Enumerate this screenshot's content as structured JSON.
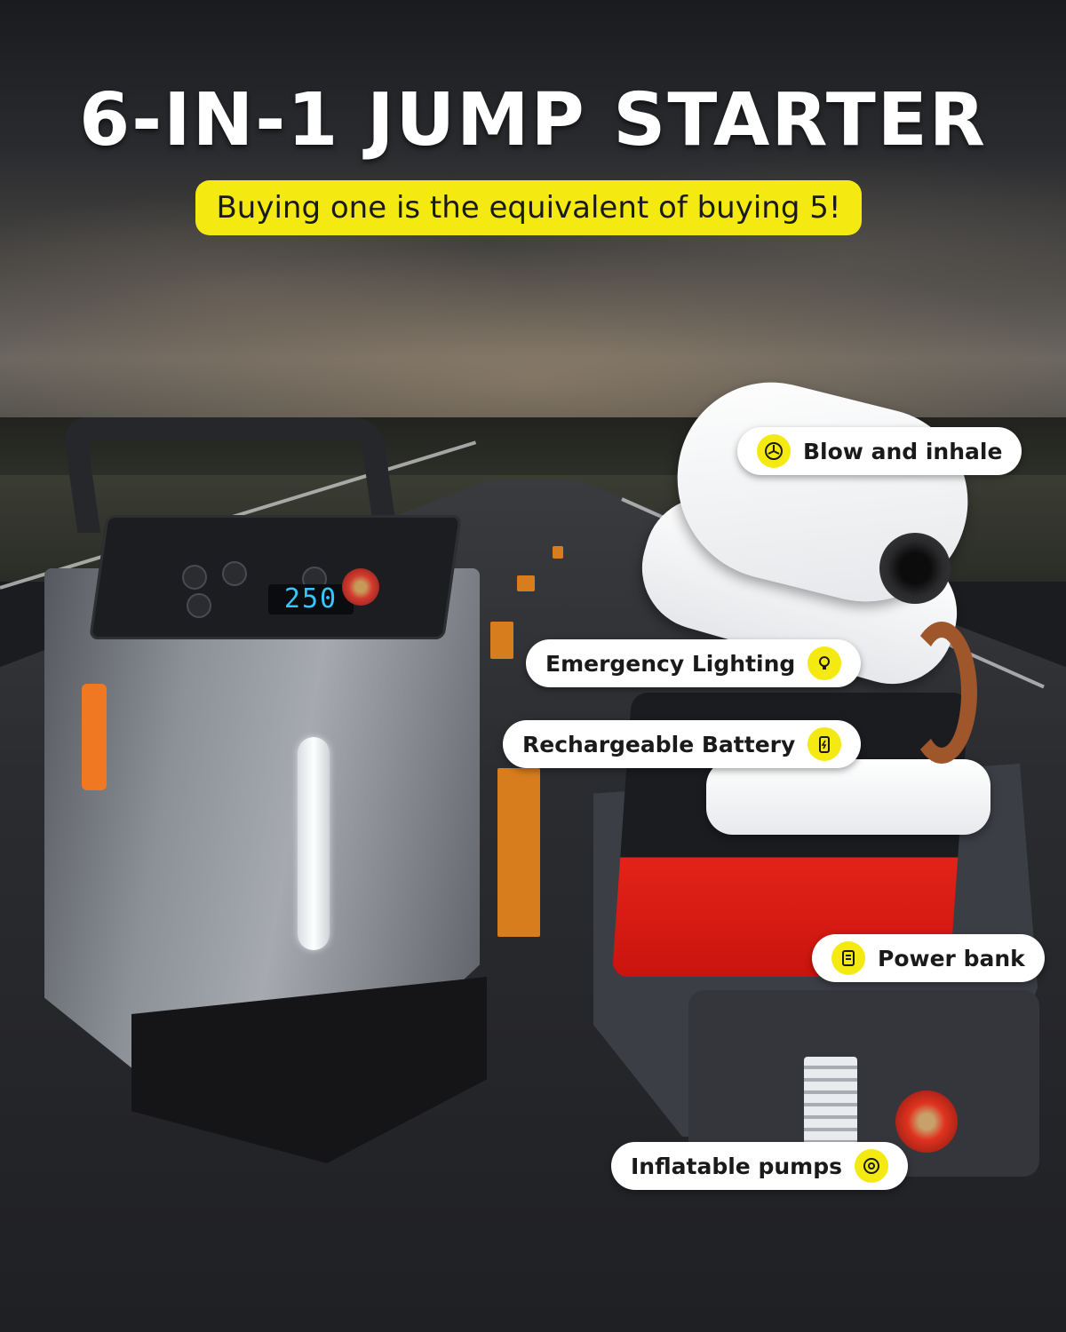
{
  "headline": "6-IN-1 JUMP STARTER",
  "subheadline": "Buying one is the equivalent of buying 5!",
  "device": {
    "display_value": "250"
  },
  "features": [
    {
      "label": "Blow and inhale",
      "icon": "fan-icon"
    },
    {
      "label": "Emergency Lighting",
      "icon": "bulb-icon"
    },
    {
      "label": "Rechargeable Battery",
      "icon": "battery-icon"
    },
    {
      "label": "Power bank",
      "icon": "powerbank-icon"
    },
    {
      "label": "Inflatable pumps",
      "icon": "gauge-icon"
    }
  ],
  "colors": {
    "accent_yellow": "#f4ea12",
    "headline_white": "#ffffff",
    "lane_orange": "#d77d1e",
    "port_red": "#e0331f"
  }
}
